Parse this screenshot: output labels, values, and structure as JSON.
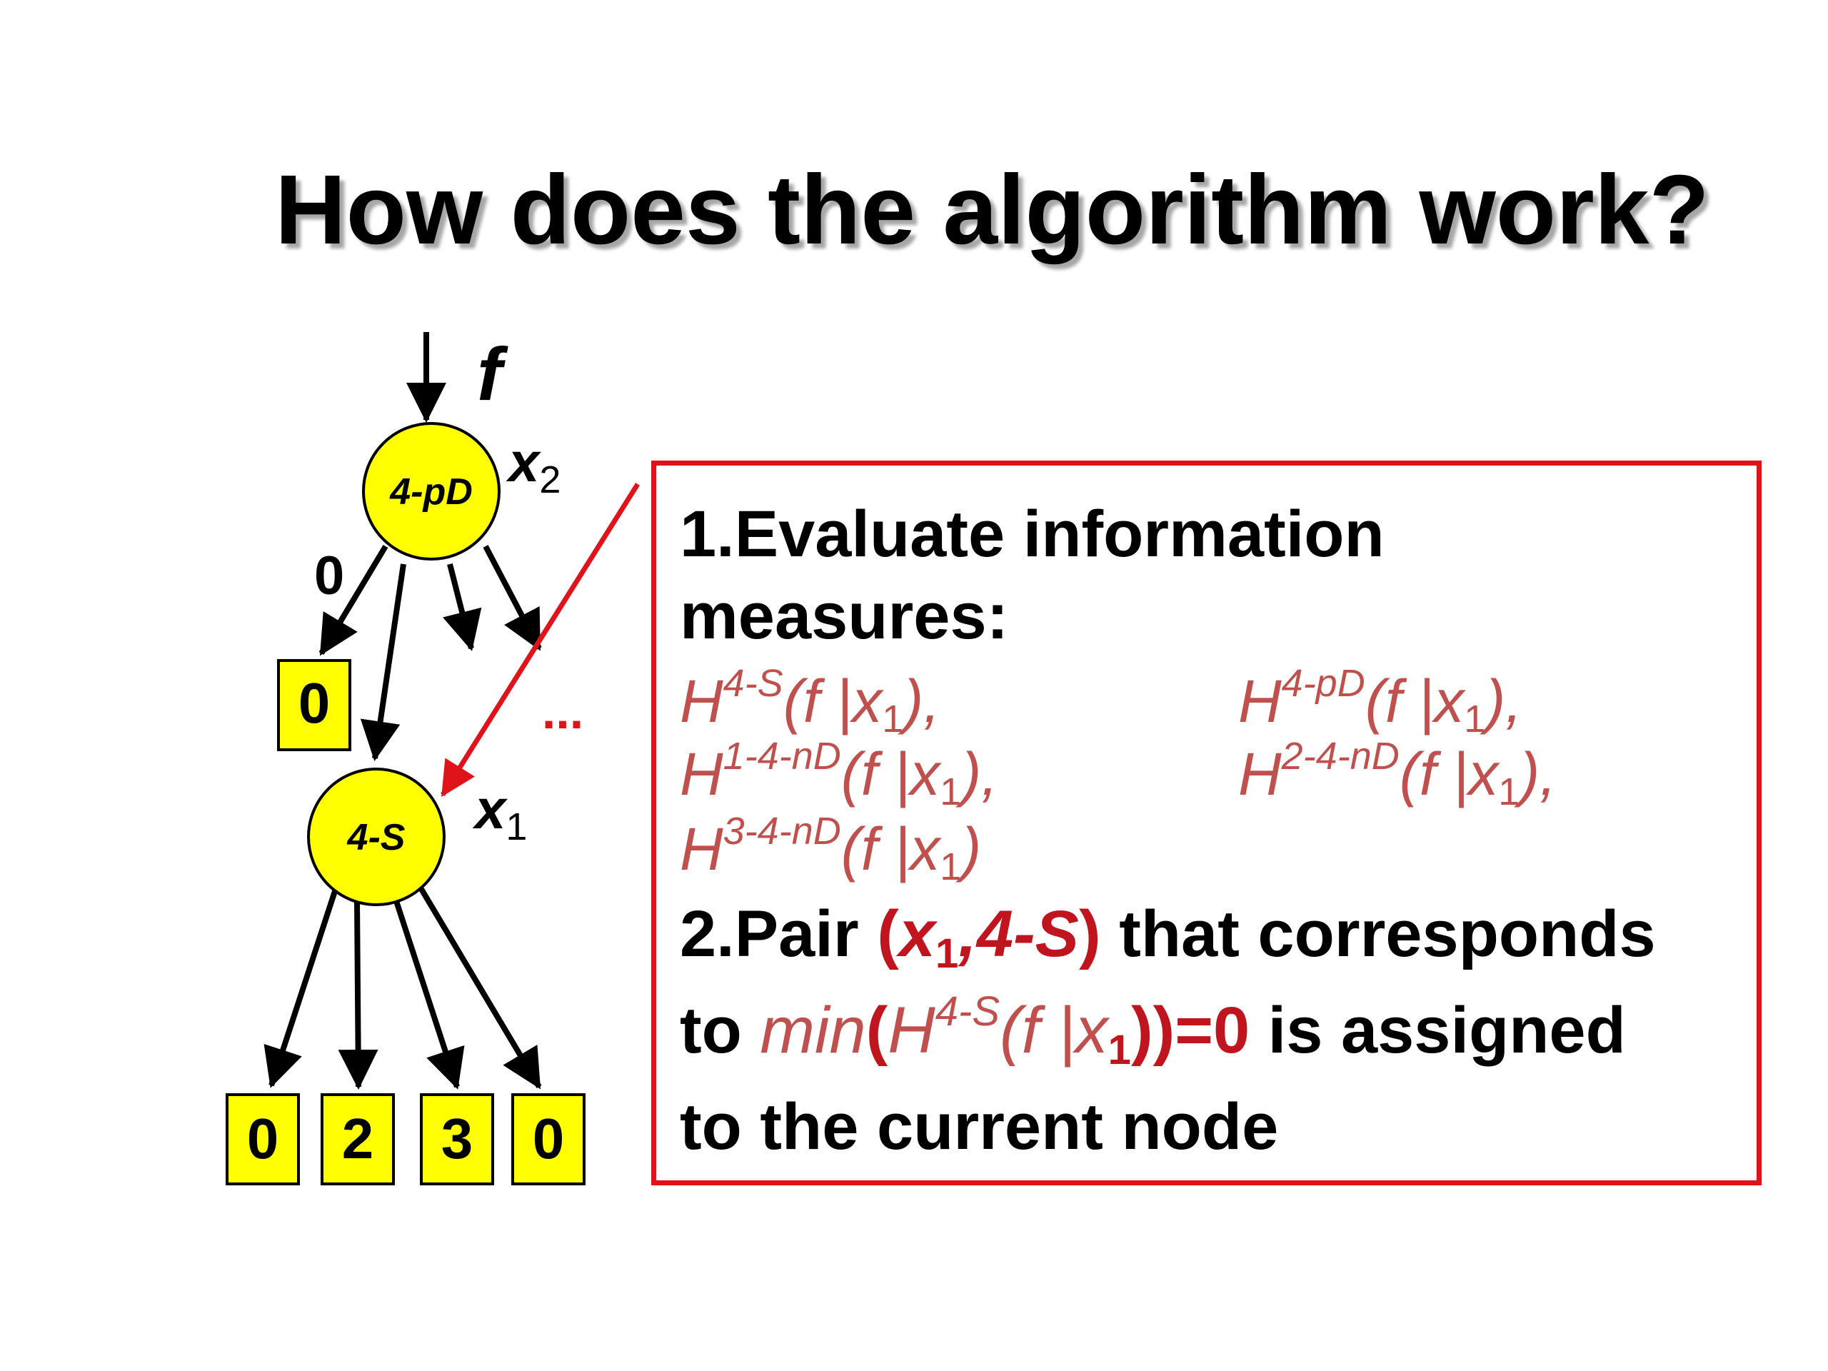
{
  "title": "How does the algorithm work?",
  "tree": {
    "input_label": "f",
    "root_node": {
      "label": "4-pD",
      "var_name": "x",
      "var_sub": "2"
    },
    "child_node": {
      "label": "4-S",
      "var_name": "x",
      "var_sub": "1"
    },
    "root_edge_label": "0",
    "root_leaf": "0",
    "ellipsis": "...",
    "leaves": [
      "0",
      "2",
      "3",
      "0"
    ]
  },
  "steps": {
    "step1_line1": "1.Evaluate information",
    "step1_line2": "measures:",
    "measures": [
      {
        "h": "H",
        "sup": "4-S",
        "arg": "(f |x",
        "sub": "1",
        "close": "),"
      },
      {
        "h": "H",
        "sup": "4-pD",
        "arg": "(f |x",
        "sub": "1",
        "close": "),"
      },
      {
        "h": "H",
        "sup": "1-4-nD",
        "arg": "(f |x",
        "sub": "1",
        "close": "),"
      },
      {
        "h": "H",
        "sup": "2-4-nD",
        "arg": "(f |x",
        "sub": "1",
        "close": "),"
      },
      {
        "h": "H",
        "sup": "3-4-nD",
        "arg": "(f |x",
        "sub": "1",
        "close": ")"
      }
    ],
    "step2": {
      "prefix": "2.Pair ",
      "pair_open": "(",
      "pair_x": "x",
      "pair_sub": "1",
      "pair_sep": ",",
      "pair_S": "4-S",
      "pair_close": ")",
      "suffix": " that corresponds",
      "line2_to": "to ",
      "min": "min",
      "min_open": "(",
      "min_h": "H",
      "min_sup": "4-S",
      "min_arg": "(f |x",
      "min_sub": "1",
      "min_close": "))=0",
      "line2_rest": " is assigned",
      "line3": "to the current node"
    }
  },
  "colors": {
    "node_fill": "#ffff00",
    "accent_red": "#e0131a",
    "measure_text": "#c0504d"
  }
}
